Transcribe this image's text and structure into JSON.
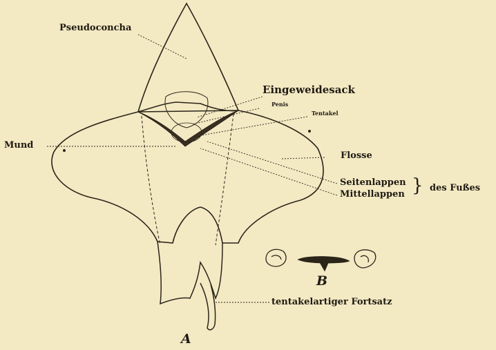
{
  "labels": {
    "pseudoconcha": "Pseudoconcha",
    "eingeweidesack": "Eingeweidesack",
    "penis": "Penis",
    "tentakel": "Tentakel",
    "mund": "Mund",
    "flosse": "Flosse",
    "seitenlappen": "Seitenlappen",
    "mittellappen": "Mittellappen",
    "des_fusses": "des Fußes",
    "fortsatz": "tentakelartiger Fortsatz",
    "panel_a": "A",
    "panel_b": "B"
  },
  "colors": {
    "background": "#f3e9c3",
    "ink": "#1f1a12"
  }
}
